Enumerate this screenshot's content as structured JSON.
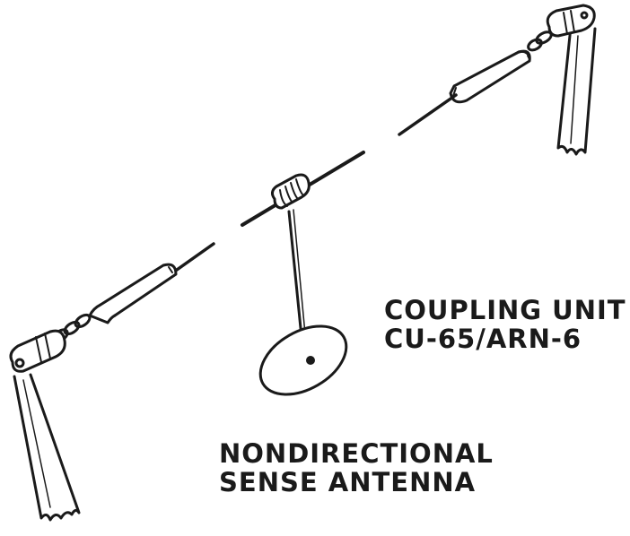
{
  "labels": {
    "coupling_unit": {
      "line1": "COUPLING UNIT",
      "line2": "CU-65/ARN-6"
    },
    "sense_antenna": {
      "line1": "NONDIRECTIONAL",
      "line2": "SENSE ANTENNA"
    }
  },
  "colors": {
    "ink": "#1a1a1a",
    "background": "#ffffff"
  }
}
